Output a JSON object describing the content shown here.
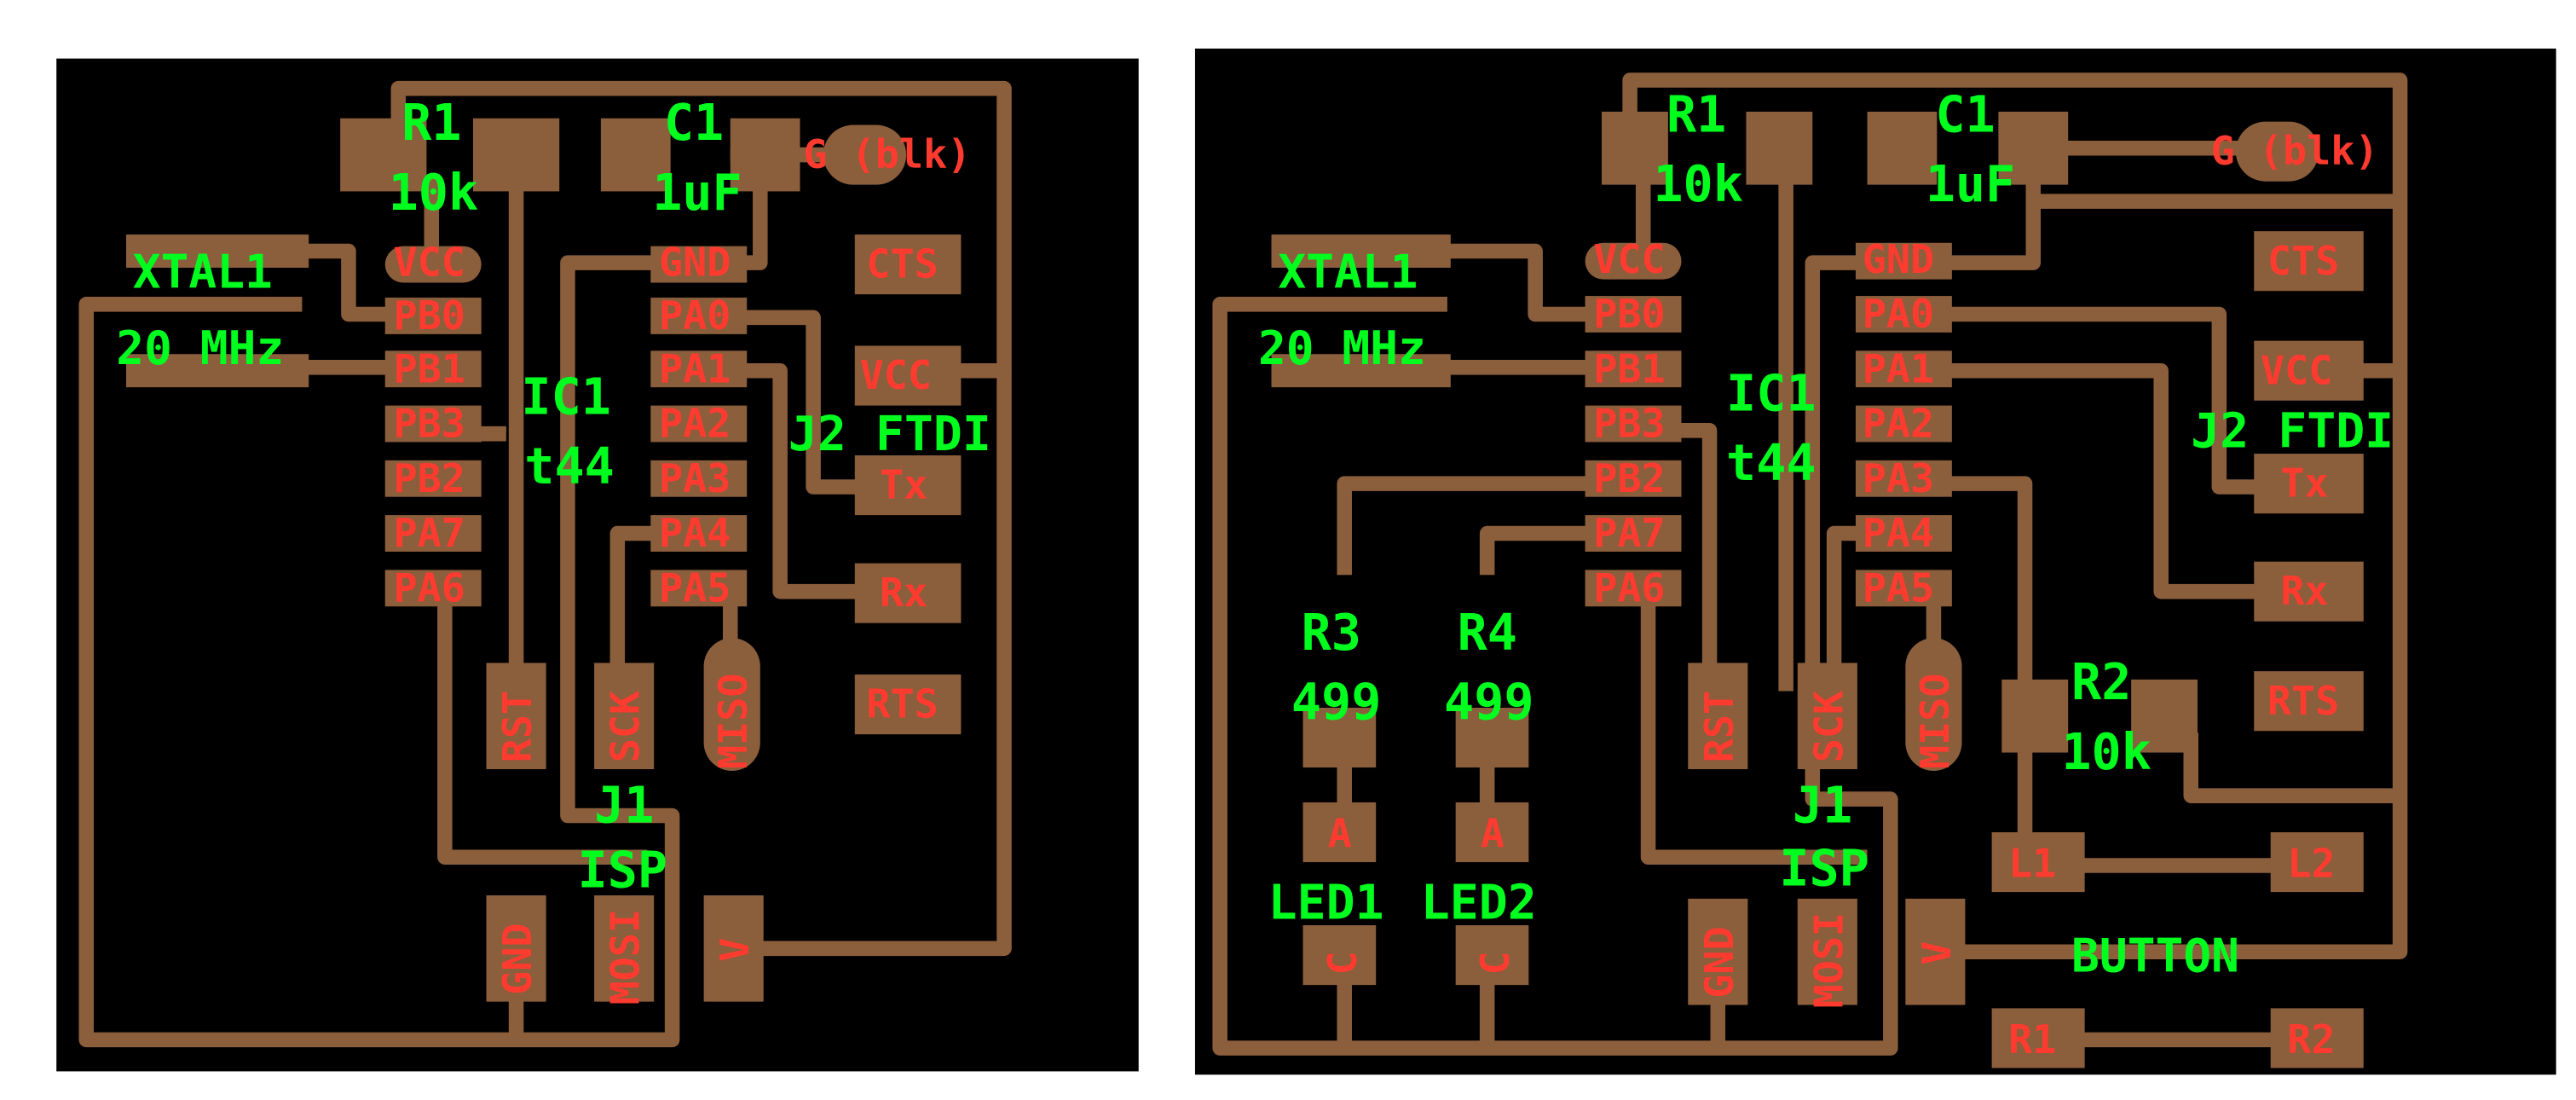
{
  "colors": {
    "board": "#000000",
    "copper": "#8b5e3c",
    "pin_label": "#ff3b30",
    "part_label": "#00ff1e"
  },
  "left_board": {
    "ic_pins_left": [
      "VCC",
      "PB0",
      "PB1",
      "PB3",
      "PB2",
      "PA7",
      "PA6"
    ],
    "ic_pins_right": [
      "GND",
      "PA0",
      "PA1",
      "PA2",
      "PA3",
      "PA4",
      "PA5"
    ],
    "ic_ref": "IC1",
    "ic_val": "t44",
    "r1_ref": "R1",
    "r1_val": "10k",
    "c1_ref": "C1",
    "c1_val": "1uF",
    "xtal_ref": "XTAL1",
    "xtal_val": "20 MHz",
    "ground_label": "G (blk)",
    "ftdi_label": "J2 FTDI",
    "ftdi_pins": [
      "CTS",
      "VCC",
      "Tx",
      "Rx",
      "RTS"
    ],
    "isp_ref": "J1",
    "isp_val": "ISP",
    "isp_pins": [
      "RST",
      "SCK",
      "MISO",
      "GND",
      "MOSI",
      "V"
    ]
  },
  "right_board": {
    "ic_pins_left": [
      "VCC",
      "PB0",
      "PB1",
      "PB3",
      "PB2",
      "PA7",
      "PA6"
    ],
    "ic_pins_right": [
      "GND",
      "PA0",
      "PA1",
      "PA2",
      "PA3",
      "PA4",
      "PA5"
    ],
    "ic_ref": "IC1",
    "ic_val": "t44",
    "r1_ref": "R1",
    "r1_val": "10k",
    "c1_ref": "C1",
    "c1_val": "1uF",
    "xtal_ref": "XTAL1",
    "xtal_val": "20 MHz",
    "ground_label": "G (blk)",
    "ftdi_label": "J2 FTDI",
    "ftdi_pins": [
      "CTS",
      "VCC",
      "Tx",
      "Rx",
      "RTS"
    ],
    "isp_ref": "J1",
    "isp_val": "ISP",
    "isp_pins": [
      "RST",
      "SCK",
      "MISO",
      "GND",
      "MOSI",
      "V"
    ],
    "r3_ref": "R3",
    "r3_val": "499",
    "r4_ref": "R4",
    "r4_val": "499",
    "r2_ref": "R2",
    "r2_val": "10k",
    "led1_label": "LED1",
    "led2_label": "LED2",
    "led_anode": "A",
    "led_cathode": "C",
    "button_label": "BUTTON",
    "button_pins": [
      "L1",
      "L2",
      "R1",
      "R2"
    ]
  }
}
